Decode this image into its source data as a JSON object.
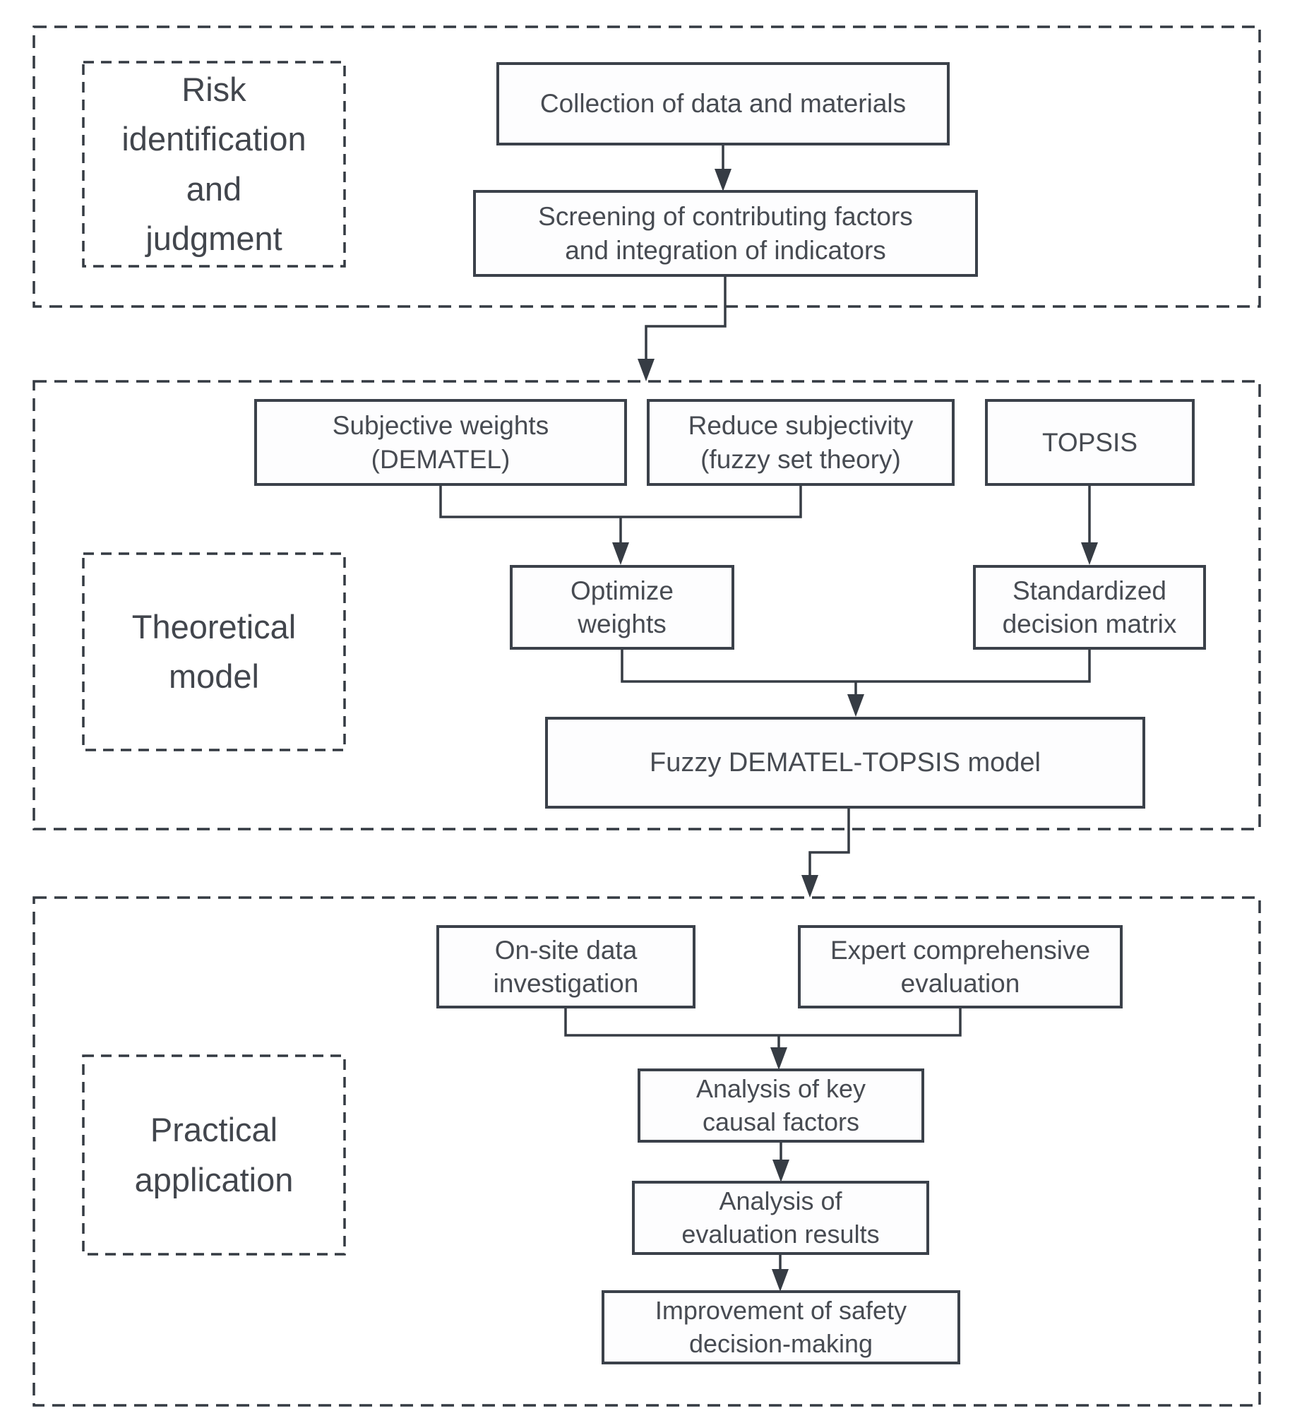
{
  "colors": {
    "line": "#363c44",
    "dash": "#343a42",
    "box_border": "#3b414a",
    "box_bg": "#fdfdfe",
    "text": "#474b52",
    "label_text": "#42464d",
    "page_bg": "#ffffff"
  },
  "sections": {
    "risk": {
      "label": "Risk\nidentification\nand\njudgment"
    },
    "theoretical": {
      "label": "Theoretical\nmodel"
    },
    "practical": {
      "label": "Practical\napplication"
    }
  },
  "nodes": {
    "collection": {
      "text": "Collection of data and materials"
    },
    "screening": {
      "text": "Screening of contributing factors\nand integration of indicators"
    },
    "subjective_weights": {
      "text": "Subjective weights\n(DEMATEL)"
    },
    "reduce_subjectivity": {
      "text": "Reduce subjectivity\n(fuzzy set theory)"
    },
    "topsis": {
      "text": "TOPSIS"
    },
    "optimize_weights": {
      "text": "Optimize\nweights"
    },
    "standardized_matrix": {
      "text": "Standardized\ndecision matrix"
    },
    "fuzzy_model": {
      "text": "Fuzzy DEMATEL-TOPSIS model"
    },
    "onsite_investigation": {
      "text": "On-site data\ninvestigation"
    },
    "expert_evaluation": {
      "text": "Expert comprehensive\nevaluation"
    },
    "key_causal_factors": {
      "text": "Analysis of key\ncausal factors"
    },
    "evaluation_results": {
      "text": "Analysis of\nevaluation results"
    },
    "safety_improvement": {
      "text": "Improvement of safety\ndecision-making"
    }
  }
}
